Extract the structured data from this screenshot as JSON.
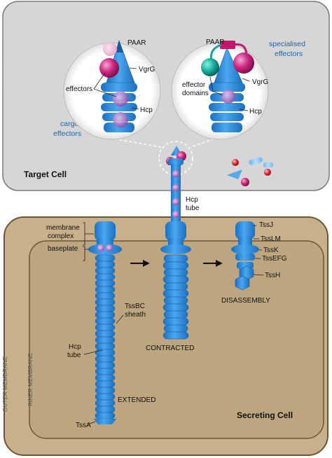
{
  "target_cell": {
    "title": "Target Cell",
    "cargo_label_1": "cargo",
    "cargo_label_2": "effectors",
    "specialised_label_1": "specialised",
    "specialised_label_2": "effectors"
  },
  "left_zoom": {
    "paar": "PAAR",
    "vgrg": "VgrG",
    "effectors": "effectors",
    "hcp": "Hcp"
  },
  "right_zoom": {
    "paar": "PAAR",
    "effector_1": "effector",
    "effector_2": "domains",
    "vgrg": "VgrG",
    "hcp": "Hcp"
  },
  "tube": {
    "label_1": "Hcp",
    "label_2": "tube"
  },
  "secreting_cell": {
    "title": "Secreting Cell",
    "outer_membrane": "OUTER MEMBRANE",
    "inner_membrane": "INNER MEMBRANE"
  },
  "extended": {
    "membrane_1": "membrane",
    "membrane_2": "complex",
    "baseplate": "baseplate",
    "sheath_1": "TssBC",
    "sheath_2": "sheath",
    "hcp_1": "Hcp",
    "hcp_2": "tube",
    "state": "EXTENDED",
    "tssa": "TssA"
  },
  "contracted": {
    "state": "CONTRACTED"
  },
  "disassembly": {
    "state": "DISASSEMBLY",
    "tssj": "TssJ",
    "tsslm": "TssLM",
    "tssk": "TssK",
    "tssefg": "TssEFG",
    "tssh": "TssH"
  },
  "colors": {
    "target_bg": "#d6d6d6",
    "secreting_bg": "#c8b08c",
    "inner_bg": "#bda57f",
    "machinery_blue": "#2f8ee0",
    "effector_magenta": "#c2186e",
    "effector_teal": "#1aa39a"
  }
}
